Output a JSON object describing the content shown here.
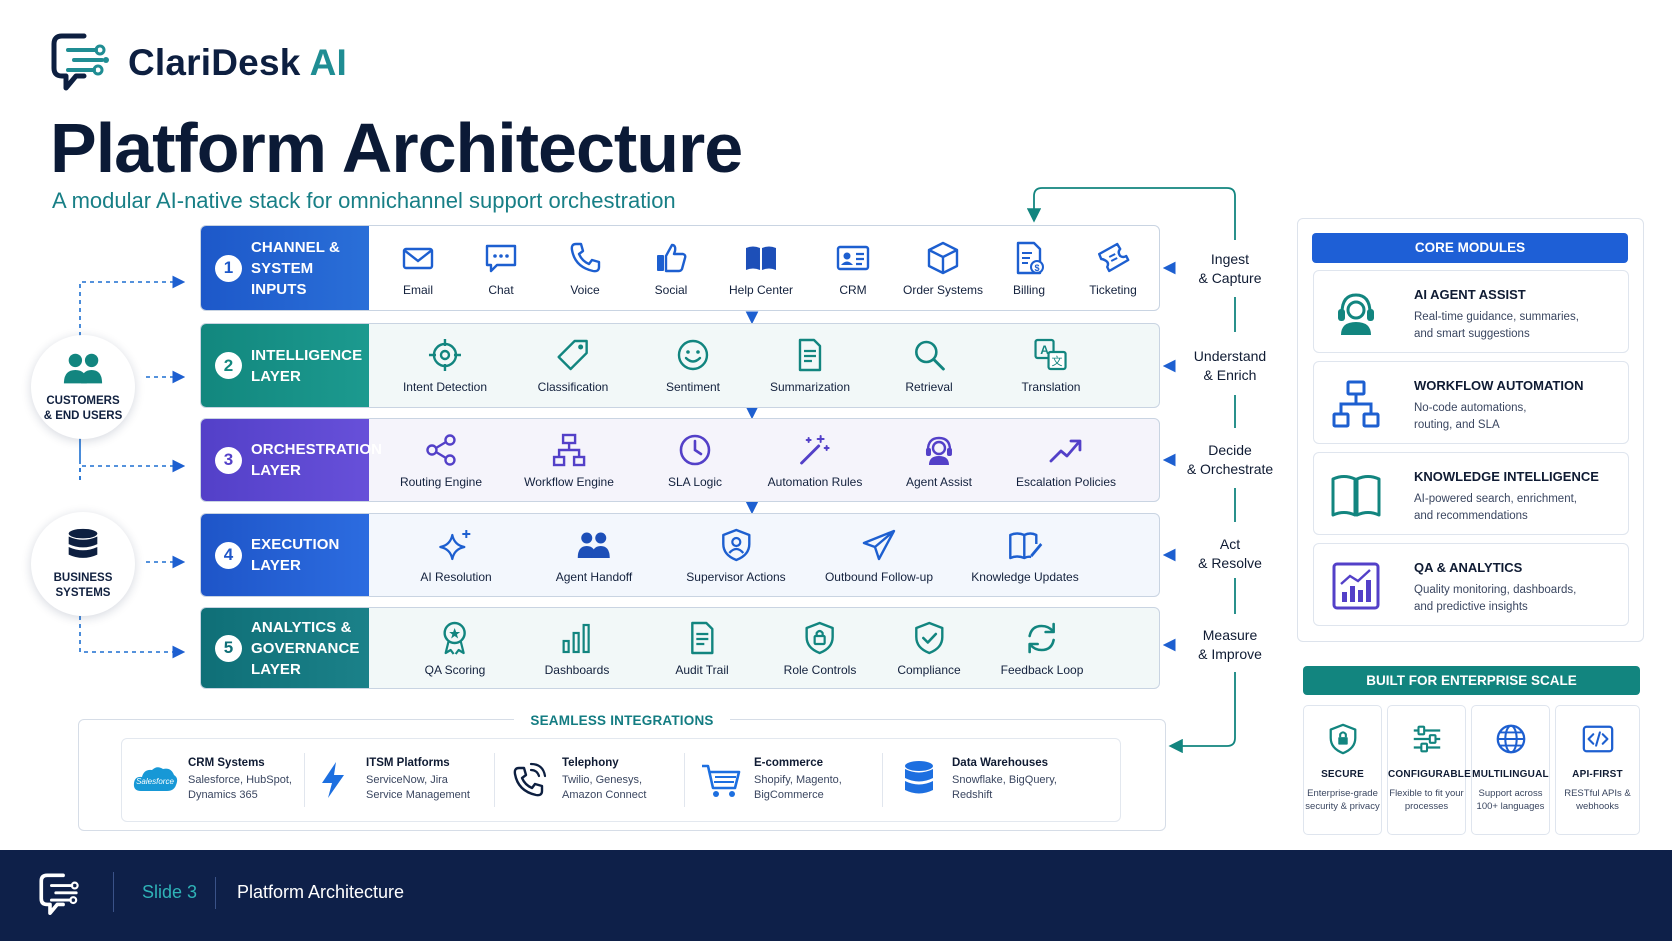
{
  "brand": {
    "name": "ClariDesk",
    "name_suffix": "AI"
  },
  "title": "Platform Architecture",
  "subtitle": "A modular AI-native stack for omnichannel support orchestration",
  "actors": [
    {
      "label": "CUSTOMERS\n& END USERS",
      "icon": "users-icon"
    },
    {
      "label": "BUSINESS\nSYSTEMS",
      "icon": "database-icon"
    }
  ],
  "layers": [
    {
      "number": "1",
      "label": "CHANNEL &\nSYSTEM INPUTS",
      "stage": "Ingest\n& Capture",
      "items": [
        "Email",
        "Chat",
        "Voice",
        "Social",
        "Help Center",
        "CRM",
        "Order Systems",
        "Billing",
        "Ticketing"
      ]
    },
    {
      "number": "2",
      "label": "INTELLIGENCE\nLAYER",
      "stage": "Understand\n& Enrich",
      "items": [
        "Intent Detection",
        "Classification",
        "Sentiment",
        "Summarization",
        "Retrieval",
        "Translation"
      ]
    },
    {
      "number": "3",
      "label": "ORCHESTRATION\nLAYER",
      "stage": "Decide\n& Orchestrate",
      "items": [
        "Routing Engine",
        "Workflow Engine",
        "SLA Logic",
        "Automation Rules",
        "Agent Assist",
        "Escalation Policies"
      ]
    },
    {
      "number": "4",
      "label": "EXECUTION\nLAYER",
      "stage": "Act\n& Resolve",
      "items": [
        "AI Resolution",
        "Agent Handoff",
        "Supervisor Actions",
        "Outbound Follow-up",
        "Knowledge Updates"
      ]
    },
    {
      "number": "5",
      "label": "ANALYTICS &\nGOVERNANCE LAYER",
      "stage": "Measure\n& Improve",
      "items": [
        "QA Scoring",
        "Dashboards",
        "Audit Trail",
        "Role Controls",
        "Compliance",
        "Feedback Loop"
      ]
    }
  ],
  "integrations": {
    "title": "SEAMLESS INTEGRATIONS",
    "items": [
      {
        "name": "CRM Systems",
        "detail": "Salesforce, HubSpot,\nDynamics 365",
        "logo_text": "Salesforce"
      },
      {
        "name": "ITSM Platforms",
        "detail": "ServiceNow, Jira\nService Management"
      },
      {
        "name": "Telephony",
        "detail": "Twilio, Genesys,\nAmazon Connect"
      },
      {
        "name": "E-commerce",
        "detail": "Shopify, Magento,\nBigCommerce"
      },
      {
        "name": "Data Warehouses",
        "detail": "Snowflake, BigQuery,\nRedshift"
      }
    ]
  },
  "core_modules": {
    "title": "CORE MODULES",
    "items": [
      {
        "name": "AI AGENT ASSIST",
        "desc": "Real-time guidance, summaries,\nand smart suggestions"
      },
      {
        "name": "WORKFLOW AUTOMATION",
        "desc": "No-code automations,\nrouting, and SLA"
      },
      {
        "name": "KNOWLEDGE INTELLIGENCE",
        "desc": "AI-powered search, enrichment,\nand recommendations"
      },
      {
        "name": "QA & ANALYTICS",
        "desc": "Quality monitoring, dashboards,\nand predictive insights"
      }
    ]
  },
  "enterprise": {
    "title": "BUILT FOR ENTERPRISE SCALE",
    "items": [
      {
        "name": "SECURE",
        "desc": "Enterprise-grade\nsecurity & privacy"
      },
      {
        "name": "CONFIGURABLE",
        "desc": "Flexible to fit your\nprocesses"
      },
      {
        "name": "MULTILINGUAL",
        "desc": "Support across\n100+ languages"
      },
      {
        "name": "API-FIRST",
        "desc": "RESTful APIs &\nwebhooks"
      }
    ]
  },
  "footer": {
    "slide": "Slide 3",
    "title": "Platform Architecture"
  },
  "colors": {
    "navy": "#0e2049",
    "teal": "#12857f",
    "blue": "#1e5fd6",
    "purple": "#5340c8",
    "icon_blue": "#1d5fd0"
  }
}
